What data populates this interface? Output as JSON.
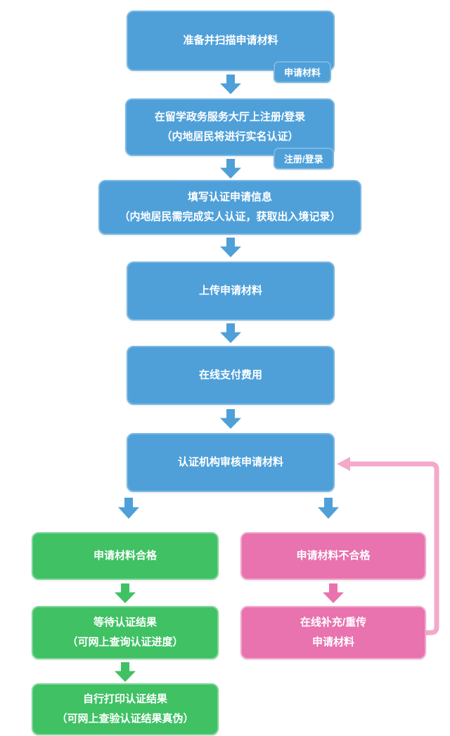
{
  "palette": {
    "blue": "#4FA0D9",
    "green": "#3FC164",
    "pink": "#E873AE",
    "loop_pink": "#F4A9CB",
    "text": "#FFFFFF",
    "background": "#FFFFFF"
  },
  "flow": {
    "steps": {
      "prepare": {
        "lines": [
          "准备并扫描申请材料"
        ]
      },
      "register": {
        "lines": [
          "在留学政务服务大厅上注册/登录",
          "（内地居民将进行实名认证）"
        ]
      },
      "fill_info": {
        "lines": [
          "填写认证申请信息",
          "（内地居民需完成实人认证，获取出入境记录）"
        ]
      },
      "upload": {
        "lines": [
          "上传申请材料"
        ]
      },
      "pay": {
        "lines": [
          "在线支付费用"
        ]
      },
      "review": {
        "lines": [
          "认证机构审核申请材料"
        ]
      },
      "qualified": {
        "lines": [
          "申请材料合格"
        ]
      },
      "wait_result": {
        "lines": [
          "等待认证结果",
          "（可网上查询认证进度）"
        ]
      },
      "print_result": {
        "lines": [
          "自行打印认证结果",
          "（可网上查验认证结果真伪）"
        ]
      },
      "unqualified": {
        "lines": [
          "申请材料不合格"
        ]
      },
      "resubmit": {
        "lines": [
          "在线补充/重传",
          "申请材料"
        ]
      }
    },
    "tags": {
      "materials": "申请材料",
      "register": "注册/登录"
    }
  }
}
